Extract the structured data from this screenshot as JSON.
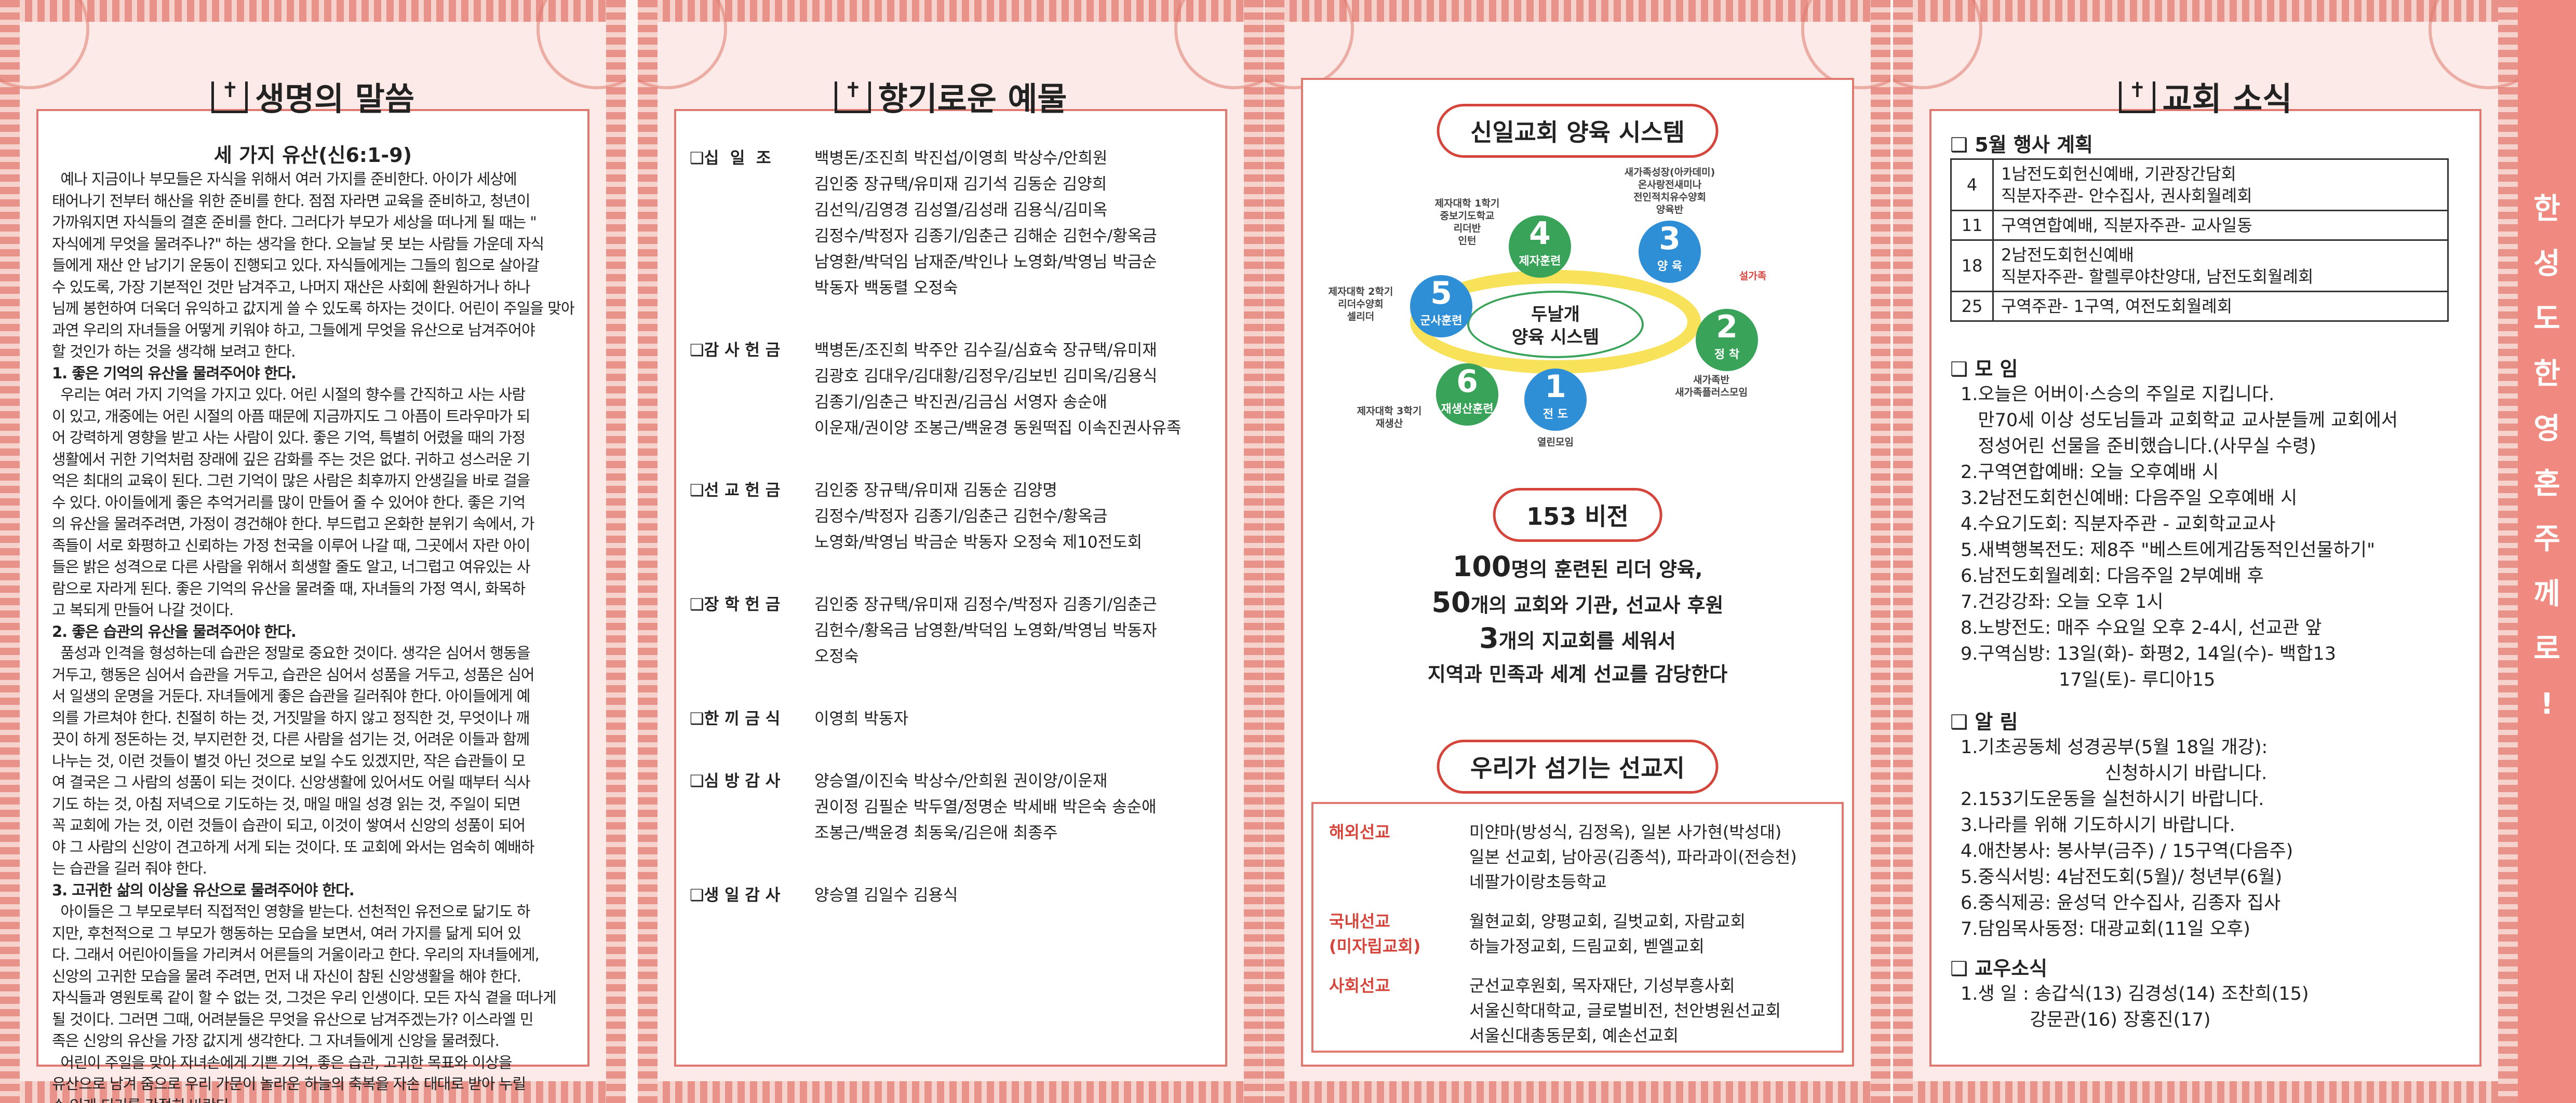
{
  "panel1": {
    "title": "생명의 말씀",
    "sermon_title": "세 가지 유산(신6:1-9)",
    "lines": [
      "  예나 지금이나 부모들은 자식을 위해서 여러 가지를 준비한다. 아이가 세상에",
      "태어나기 전부터 해산을 위한 준비를 한다. 점점 자라면 교육을 준비하고, 청년이",
      "가까워지면 자식들의 결혼 준비를 한다. 그러다가 부모가 세상을 떠나게 될 때는 \"",
      "자식에게 무엇을 물려주나?\" 하는 생각을 한다. 오늘날 못 보는 사람들 가운데 자식",
      "들에게 재산 안 남기기 운동이 진행되고 있다. 자식들에게는 그들의 힘으로 살아갈",
      "수 있도록, 가장 기본적인 것만 남겨주고, 나머지 재산은 사회에 환원하거나 하나",
      "님께 봉헌하여 더욱더 유익하고 값지게 쓸 수 있도록 하자는 것이다. 어린이 주일을 맞아",
      "과연 우리의 자녀들을 어떻게 키워야 하고, 그들에게 무엇을 유산으로 남겨주어야",
      "할 것인가 하는 것을 생각해 보려고 한다.",
      "1. 좋은 기억의 유산을 물려주어야 한다.",
      "  우리는 여러 가지 기억을 가지고 있다. 어린 시절의 향수를 간직하고 사는 사람",
      "이 있고, 개중에는 어린 시절의 아픔 때문에 지금까지도 그 아픔이 트라우마가 되",
      "어 강력하게 영향을 받고 사는 사람이 있다. 좋은 기억, 특별히 어렸을 때의 가정",
      "생활에서 귀한 기억처럼 장래에 깊은 감화를 주는 것은 없다. 귀하고 성스러운 기",
      "억은 최대의 교육이 된다. 그런 기억이 많은 사람은 최후까지 안생길을 바로 걸을",
      "수 있다. 아이들에게 좋은 추억거리를 많이 만들어 줄 수 있어야 한다. 좋은 기억",
      "의 유산을 물려주려면, 가정이 경건해야 한다. 부드럽고 온화한 분위기 속에서, 가",
      "족들이 서로 화평하고 신뢰하는 가정 천국을 이루어 나갈 때, 그곳에서 자란 아이",
      "들은 밝은 성격으로 다른 사람을 위해서 희생할 줄도 알고, 너그럽고 여유있는 사",
      "람으로 자라게 된다. 좋은 기억의 유산을 물려줄 때, 자녀들의 가정 역시, 화목하",
      "고 복되게 만들어 나갈 것이다.",
      "2. 좋은 습관의 유산을 물려주어야 한다.",
      "  품성과 인격을 형성하는데 습관은 정말로 중요한 것이다. 생각은 심어서 행동을",
      "거두고, 행동은 심어서 습관을 거두고, 습관은 심어서 성품을 거두고, 성품은 심어",
      "서 일생의 운명을 거둔다. 자녀들에게 좋은 습관을 길러줘야 한다. 아이들에게 예",
      "의를 가르쳐야 한다. 친절히 하는 것, 거짓말을 하지 않고 정직한 것, 무엇이나 깨",
      "끗이 하게 정돈하는 것, 부지런한 것, 다른 사람을 섬기는 것, 어려운 이들과 함께",
      "나누는 것, 이런 것들이 별것 아닌 것으로 보일 수도 있겠지만, 작은 습관들이 모",
      "여 결국은 그 사람의 성품이 되는 것이다. 신앙생활에 있어서도 어릴 때부터 식사",
      "기도 하는 것, 아침 저녁으로 기도하는 것, 매일 매일 성경 읽는 것, 주일이 되면",
      "꼭 교회에 가는 것, 이런 것들이 습관이 되고, 이것이 쌓여서 신앙의 성품이 되어",
      "야 그 사람의 신앙이 견고하게 서게 되는 것이다. 또 교회에 와서는 엄숙히 예배하",
      "는 습관을 길러 줘야 한다.",
      "3. 고귀한 삶의 이상을 유산으로 물려주어야 한다.",
      "  아이들은 그 부모로부터 직접적인 영향을 받는다. 선천적인 유전으로 닮기도 하",
      "지만, 후천적으로 그 부모가 행동하는 모습을 보면서, 여러 가지를 닮게 되어 있",
      "다. 그래서 어린아이들을 가리켜서 어른들의 거울이라고 한다. 우리의 자녀들에게,",
      "신앙의 고귀한 모습을 물려 주려면, 먼저 내 자신이 참된 신앙생활을 해야 한다.",
      "자식들과 영원토록 같이 할 수 없는 것, 그것은 우리 인생이다. 모든 자식 곁을 떠나게",
      "될 것이다. 그러면 그때, 어려분들은 무엇을 유산으로 남겨주겠는가? 이스라엘 민",
      "족은 신앙의 유산을 가장 값지게 생각한다. 그 자녀들에게 신앙을 물려줬다.",
      "  어린이 주일을 맞아 자녀손에게 기쁜 기억, 좋은 습관, 고귀한 목표와 이상을",
      "유산으로 남겨 줌으로 우리 가문이 놀라운 하늘의 축복을 자손 대대로 받아 누릴",
      "수 있게 되기를 간절히 바란다."
    ]
  },
  "panel2": {
    "title": "향기로운 예물",
    "rows": [
      {
        "label": "❑십  일  조",
        "lines": [
          "백병돈/조진희 박진섭/이영희 박상수/안희원",
          "김인중 장규택/유미재 김기석 김동순 김양희",
          "김선익/김영경 김성열/김성래 김용식/김미옥",
          "김정수/박정자 김종기/임춘근 김해순 김헌수/황옥금",
          "남영환/박덕임 남재준/박인나 노영화/박영님 박금순",
          "박동자 백동렬 오정숙"
        ]
      },
      {
        "label": "❑감 사 헌 금",
        "lines": [
          "백병돈/조진희 박주안 김수길/심효숙 장규택/유미재",
          "김광호 김대우/김대황/김정우/김보빈 김미옥/김용식",
          "김종기/임춘근 박진권/김금심 서영자 송순애",
          "이운재/권이양 조봉근/백윤경 동원떡집 이속진권사유족"
        ]
      },
      {
        "label": "❑선 교 헌 금",
        "lines": [
          "김인중 장규택/유미재 김동순 김양명",
          "김정수/박정자 김종기/임춘근 김헌수/황옥금",
          "노영화/박영님 박금순 박동자 오정숙 제10전도회"
        ]
      },
      {
        "label": "❑장 학 헌 금",
        "lines": [
          "김인중 장규택/유미재 김정수/박정자 김종기/임춘근",
          "김헌수/황옥금 남영환/박덕임 노영화/박영님 박동자",
          "오정숙"
        ]
      },
      {
        "label": "❑한 끼 금 식",
        "lines": [
          "이영희 박동자"
        ]
      },
      {
        "label": "❑심 방 감 사",
        "lines": [
          "양승열/이진숙 박상수/안희원 권이양/이운재",
          "권이정 김필순 박두열/정명순 박세배 박은숙 송순애",
          "조봉근/백윤경 최동욱/김은애 최종주"
        ]
      },
      {
        "label": "❑생 일 감 사",
        "lines": [
          "양승열 김일수 김용식"
        ]
      }
    ]
  },
  "panel3": {
    "pill1": "신일교회 양육 시스템",
    "center_text": [
      "두날개",
      "양육 시스템"
    ],
    "circles": [
      {
        "n": "1",
        "t": "전 도"
      },
      {
        "n": "2",
        "t": "정 착"
      },
      {
        "n": "3",
        "t": "양 육"
      },
      {
        "n": "4",
        "t": "제자훈련"
      },
      {
        "n": "5",
        "t": "군사훈련"
      },
      {
        "n": "6",
        "t": "재생산훈련"
      }
    ],
    "labels": [
      [
        "열린모임"
      ],
      [
        "새가족반",
        "새가족플러스모임"
      ],
      [
        "설가족"
      ],
      [
        "새가족성장(아카데미)",
        "온사랑전새미나",
        "전인적치유수양회",
        "양육반"
      ],
      [
        "제자대학 1학기",
        "중보기도학교",
        "리더반",
        "인턴"
      ],
      [
        "제자대학 2학기",
        "리더수양회",
        "셀리더"
      ],
      [
        "제자대학 3학기",
        "재생산"
      ]
    ],
    "pill2": "153 비전",
    "vision": [
      {
        "big": "100",
        "rest": "명의 훈련된 리더 양육,"
      },
      {
        "big": "50",
        "rest": "개의 교회와 기관, 선교사 후원"
      },
      {
        "big": "3",
        "rest": "개의 지교회를 세워서"
      },
      {
        "big": "",
        "rest": "지역과 민족과 세계 선교를 감당한다"
      }
    ],
    "pill3": "우리가 섬기는 선교지",
    "missions": [
      {
        "cat": [
          "해외선교"
        ],
        "lines": [
          "미얀마(방성식, 김정옥), 일본 사가현(박성대)",
          "일본 선교회, 남아공(김종석), 파라과이(전승천)",
          "네팔가이랑초등학교"
        ]
      },
      {
        "cat": [
          "국내선교",
          "(미자립교회)"
        ],
        "lines": [
          "월현교회, 양평교회, 길벗교회, 자람교회",
          "하늘가정교회, 드림교회, 벧엘교회"
        ]
      },
      {
        "cat": [
          "사회선교"
        ],
        "lines": [
          "군선교후원회, 목자재단, 기성부흥사회",
          "서울신학대학교, 글로벌비전, 천안병원선교회",
          "서울신대총동문회, 예손선교회"
        ]
      }
    ]
  },
  "panel4": {
    "title": "교회 소식",
    "events_head": "❑ 5월 행사 계획",
    "events": [
      {
        "day": "4",
        "lines": [
          "1남전도회헌신예배, 기관장간담회",
          "직분자주관- 안수집사, 권사회월례회"
        ]
      },
      {
        "day": "11",
        "lines": [
          "구역연합예배, 직분자주관- 교사일동"
        ]
      },
      {
        "day": "18",
        "lines": [
          "2남전도회헌신예배",
          "직분자주관- 할렐루야찬양대, 남전도회월례회"
        ]
      },
      {
        "day": "25",
        "lines": [
          "구역주관- 1구역, 여전도회월례회"
        ]
      }
    ],
    "meet_head": "❑ 모  임",
    "meet": [
      "1.오늘은 어버이·스승의 주일로 지킵니다.",
      "   만70세 이상 성도님들과 교회학교 교사분들께 교회에서",
      "   정성어린 선물을 준비했습니다.(사무실 수령)",
      "2.구역연합예배: 오늘 오후예배 시",
      "3.2남전도회헌신예배: 다음주일 오후예배 시",
      "4.수요기도회: 직분자주관 - 교회학교교사",
      "5.새벽행복전도: 제8주 \"베스트에게감동적인선물하기\"",
      "6.남전도회월례회: 다음주일 2부예배 후",
      "7.건강강좌: 오늘 오후 1시",
      "8.노방전도: 매주 수요일 오후 2-4시, 선교관 앞",
      "9.구역심방: 13일(화)- 화평2, 14일(수)- 백합13",
      "                 17일(토)- 루디아15"
    ],
    "notice_head": "❑ 알  림",
    "notice": [
      "1.기초공동체 성경공부(5월 18일 개강):",
      "                         신청하시기 바랍니다.",
      "2.153기도운동을 실천하시기 바랍니다.",
      "3.나라를 위해 기도하시기 바랍니다.",
      "4.애찬봉사: 봉사부(금주) / 15구역(다음주)",
      "5.중식서빙: 4남전도회(5월)/ 청년부(6월)",
      "6.중식제공: 윤성덕 안수집사, 김종자 집사",
      "7.담임목사동정: 대광교회(11일 오후)"
    ],
    "member_head": "❑ 교우소식",
    "member": [
      "1.생 일 : 송갑식(13) 김경성(14) 조찬희(15)",
      "            강문관(16) 장홍진(17)"
    ]
  },
  "sidebar": {
    "text": [
      "한",
      "성",
      "도",
      "한",
      "영",
      "혼",
      "주",
      "께",
      "로",
      "!"
    ]
  },
  "colors": {
    "accent": "#e07a70",
    "red": "#d6453b",
    "green": "#3aa35a",
    "blue": "#3a7ac8"
  }
}
